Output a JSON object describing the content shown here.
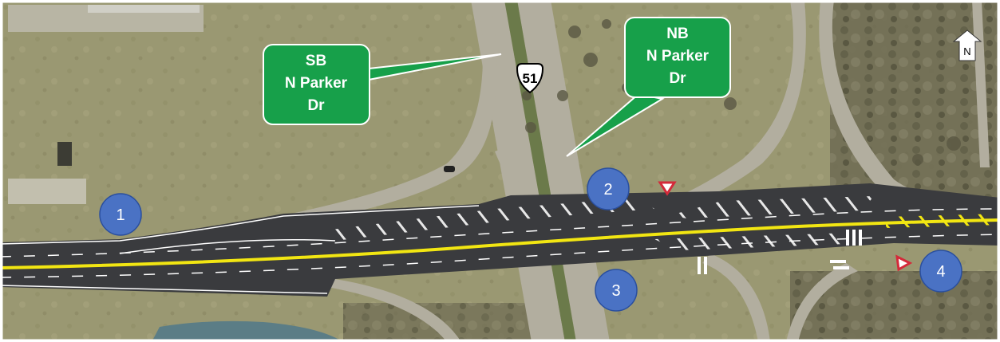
{
  "map": {
    "route_shield": {
      "label": "51",
      "icon": "us-route-shield-icon"
    },
    "north_arrow": {
      "label": "N",
      "icon": "north-arrow-icon"
    },
    "callouts": [
      {
        "id": "sb",
        "lines": [
          "SB",
          "N Parker",
          "Dr"
        ],
        "color": "#17a04a"
      },
      {
        "id": "nb",
        "lines": [
          "NB",
          "N Parker",
          "Dr"
        ],
        "color": "#17a04a"
      }
    ],
    "markers": [
      {
        "label": "1",
        "color": "#4a72c4"
      },
      {
        "label": "2",
        "color": "#4a72c4"
      },
      {
        "label": "3",
        "color": "#4a72c4"
      },
      {
        "label": "4",
        "color": "#4a72c4"
      }
    ],
    "yield_signs": [
      {
        "icon": "yield-sign-icon",
        "color": "#d42a3a"
      },
      {
        "icon": "yield-sign-icon",
        "color": "#d42a3a"
      }
    ],
    "colors": {
      "grass": "#9a9872",
      "grass_dark": "#7d7c5a",
      "pavement_new": "#3a3b3e",
      "pavement_old": "#b2ae9f",
      "yellow_line": "#f2e612",
      "water": "#5b7d86"
    }
  }
}
